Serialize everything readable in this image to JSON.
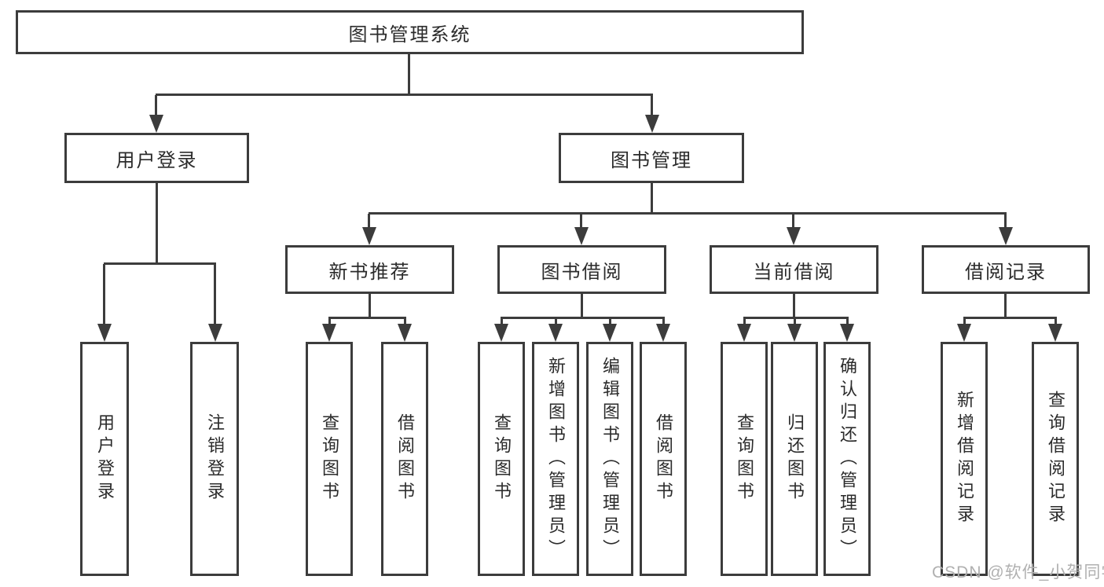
{
  "diagram": {
    "root": {
      "label": "图书管理系统"
    },
    "level2": [
      {
        "label": "用户登录"
      },
      {
        "label": "图书管理"
      }
    ],
    "level3": [
      {
        "label": "新书推荐"
      },
      {
        "label": "图书借阅"
      },
      {
        "label": "当前借阅"
      },
      {
        "label": "借阅记录"
      }
    ],
    "leaves": [
      {
        "label": "用户登录"
      },
      {
        "label": "注销登录"
      },
      {
        "label": "查询图书"
      },
      {
        "label": "借阅图书"
      },
      {
        "label": "查询图书"
      },
      {
        "label": "新增图书（管理员）"
      },
      {
        "label": "编辑图书（管理员）"
      },
      {
        "label": "借阅图书"
      },
      {
        "label": "查询图书"
      },
      {
        "label": "归还图书"
      },
      {
        "label": "确认归还（管理员）"
      },
      {
        "label": "新增借阅记录"
      },
      {
        "label": "查询借阅记录"
      }
    ],
    "watermark": "CSDN @软件_小贺同学",
    "colors": {
      "line": "#3c3c3c",
      "text": "#2b2b2b",
      "watermark": "#b0b0b0",
      "background": "#ffffff"
    }
  }
}
